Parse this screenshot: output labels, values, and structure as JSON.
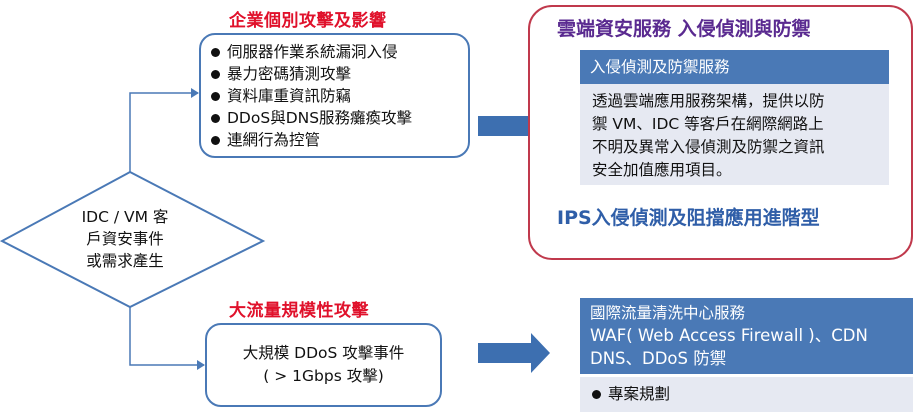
{
  "enterprise_title": "企業個別攻擊及影響",
  "attack_list": [
    "伺服器作業系統漏洞入侵",
    "暴力密碼猜測攻擊",
    "資料庫重資訊防竊",
    " DDoS與DNS服務癱瘓攻擊",
    "連網行為控管"
  ],
  "decision": {
    "line1": "IDC / VM 客",
    "line2": "戶資安事件",
    "line3": "或需求產生"
  },
  "massive_title": "大流量規模性攻擊",
  "massive_box": {
    "line1": "大規模 DDoS 攻擊事件",
    "line2": "( > 1Gbps 攻擊)"
  },
  "service": {
    "title": "雲端資安服務 入侵偵測與防禦",
    "header": "入侵偵測及防禦服務",
    "body_lines": [
      "透過雲端應用服務架構，提供以防",
      "禦 VM、IDC 等客戶在網際網路上",
      "不明及異常入侵偵測及防禦之資訊",
      "安全加值應用項目。"
    ],
    "footer": "IPS入侵偵測及阻擋應用進階型"
  },
  "intl": {
    "title": "國際流量清洗中心服務",
    "line2": "WAF( Web Access Firewall )、CDN",
    "line3": "DNS、DDoS 防禦",
    "sub": "專案規劃"
  },
  "colors": {
    "box_border": "#4a79b6",
    "arrow": "#3d6fb0",
    "red": "#e0112b",
    "panel_border": "#c0394c"
  }
}
